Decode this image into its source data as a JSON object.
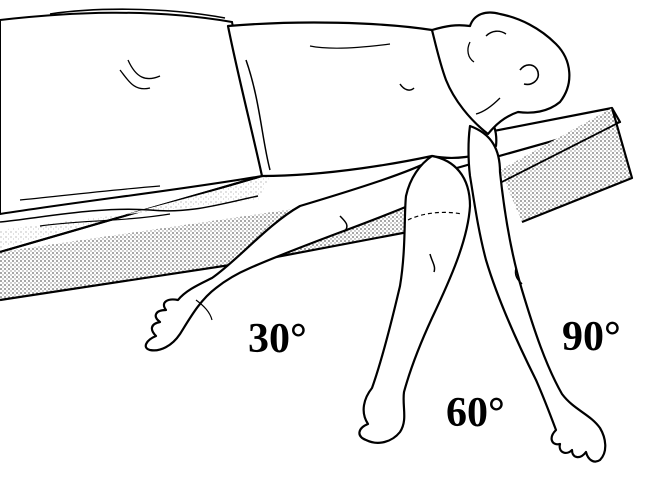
{
  "figure": {
    "labels": {
      "angle_30": "30°",
      "angle_60": "60°",
      "angle_90": "90°"
    }
  },
  "colors": {
    "ink": "#000000",
    "paper": "#ffffff",
    "table_shade": "#9a9a9a"
  },
  "icons": [
    "patient-figure",
    "examination-table",
    "arm-30-degrees",
    "arm-60-degrees",
    "arm-90-degrees"
  ]
}
